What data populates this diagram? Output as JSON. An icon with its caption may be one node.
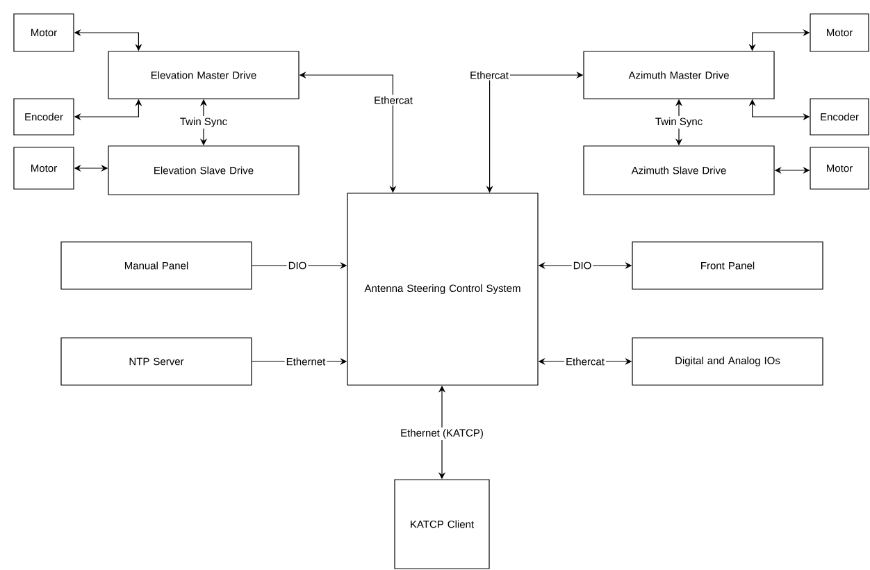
{
  "diagram": {
    "nodes": [
      {
        "text": [
          "Motor"
        ]
      },
      {
        "text": [
          "Elevation Master Drive"
        ]
      },
      {
        "text": [
          "Encoder"
        ]
      },
      {
        "text": [
          "Motor"
        ]
      },
      {
        "text": [
          "Elevation Slave Drive"
        ]
      },
      {
        "text": [
          "Azimuth Master Drive"
        ]
      },
      {
        "text": [
          "Motor"
        ]
      },
      {
        "text": [
          "Encoder"
        ]
      },
      {
        "text": [
          "Azimuth Slave Drive"
        ]
      },
      {
        "text": [
          "Motor"
        ]
      },
      {
        "text": [
          "Antenna Steering Control System"
        ]
      },
      {
        "text": [
          "Manual Panel"
        ]
      },
      {
        "text": [
          "Front Panel"
        ]
      },
      {
        "text": [
          "NTP Server"
        ]
      },
      {
        "text": [
          "Digital and Analog IOs"
        ]
      },
      {
        "text": [
          "KATCP Client"
        ]
      }
    ],
    "edges": [
      {
        "from": 0,
        "to": 1,
        "arrow": "both"
      },
      {
        "from": 2,
        "to": 1,
        "arrow": "both"
      },
      {
        "from": 1,
        "to": 4,
        "arrow": "both",
        "label": "Twin Sync"
      },
      {
        "from": 3,
        "to": 4,
        "arrow": "both"
      },
      {
        "from": 10,
        "to": 1,
        "arrow": "both",
        "label": "Ethercat"
      },
      {
        "from": 10,
        "to": 5,
        "arrow": "both",
        "label": "Ethercat"
      },
      {
        "from": 5,
        "to": 6,
        "arrow": "both"
      },
      {
        "from": 5,
        "to": 7,
        "arrow": "both"
      },
      {
        "from": 5,
        "to": 8,
        "arrow": "both",
        "label": "Twin Sync"
      },
      {
        "from": 8,
        "to": 9,
        "arrow": "both"
      },
      {
        "from": 11,
        "to": 10,
        "arrow": "to",
        "label": "DIO"
      },
      {
        "from": 10,
        "to": 12,
        "arrow": "both",
        "label": "DIO"
      },
      {
        "from": 13,
        "to": 10,
        "arrow": "to",
        "label": "Ethernet"
      },
      {
        "from": 10,
        "to": 14,
        "arrow": "both",
        "label": "Ethercat"
      },
      {
        "from": 10,
        "to": 15,
        "arrow": "both",
        "label": "Ethernet (KATCP)"
      }
    ]
  }
}
